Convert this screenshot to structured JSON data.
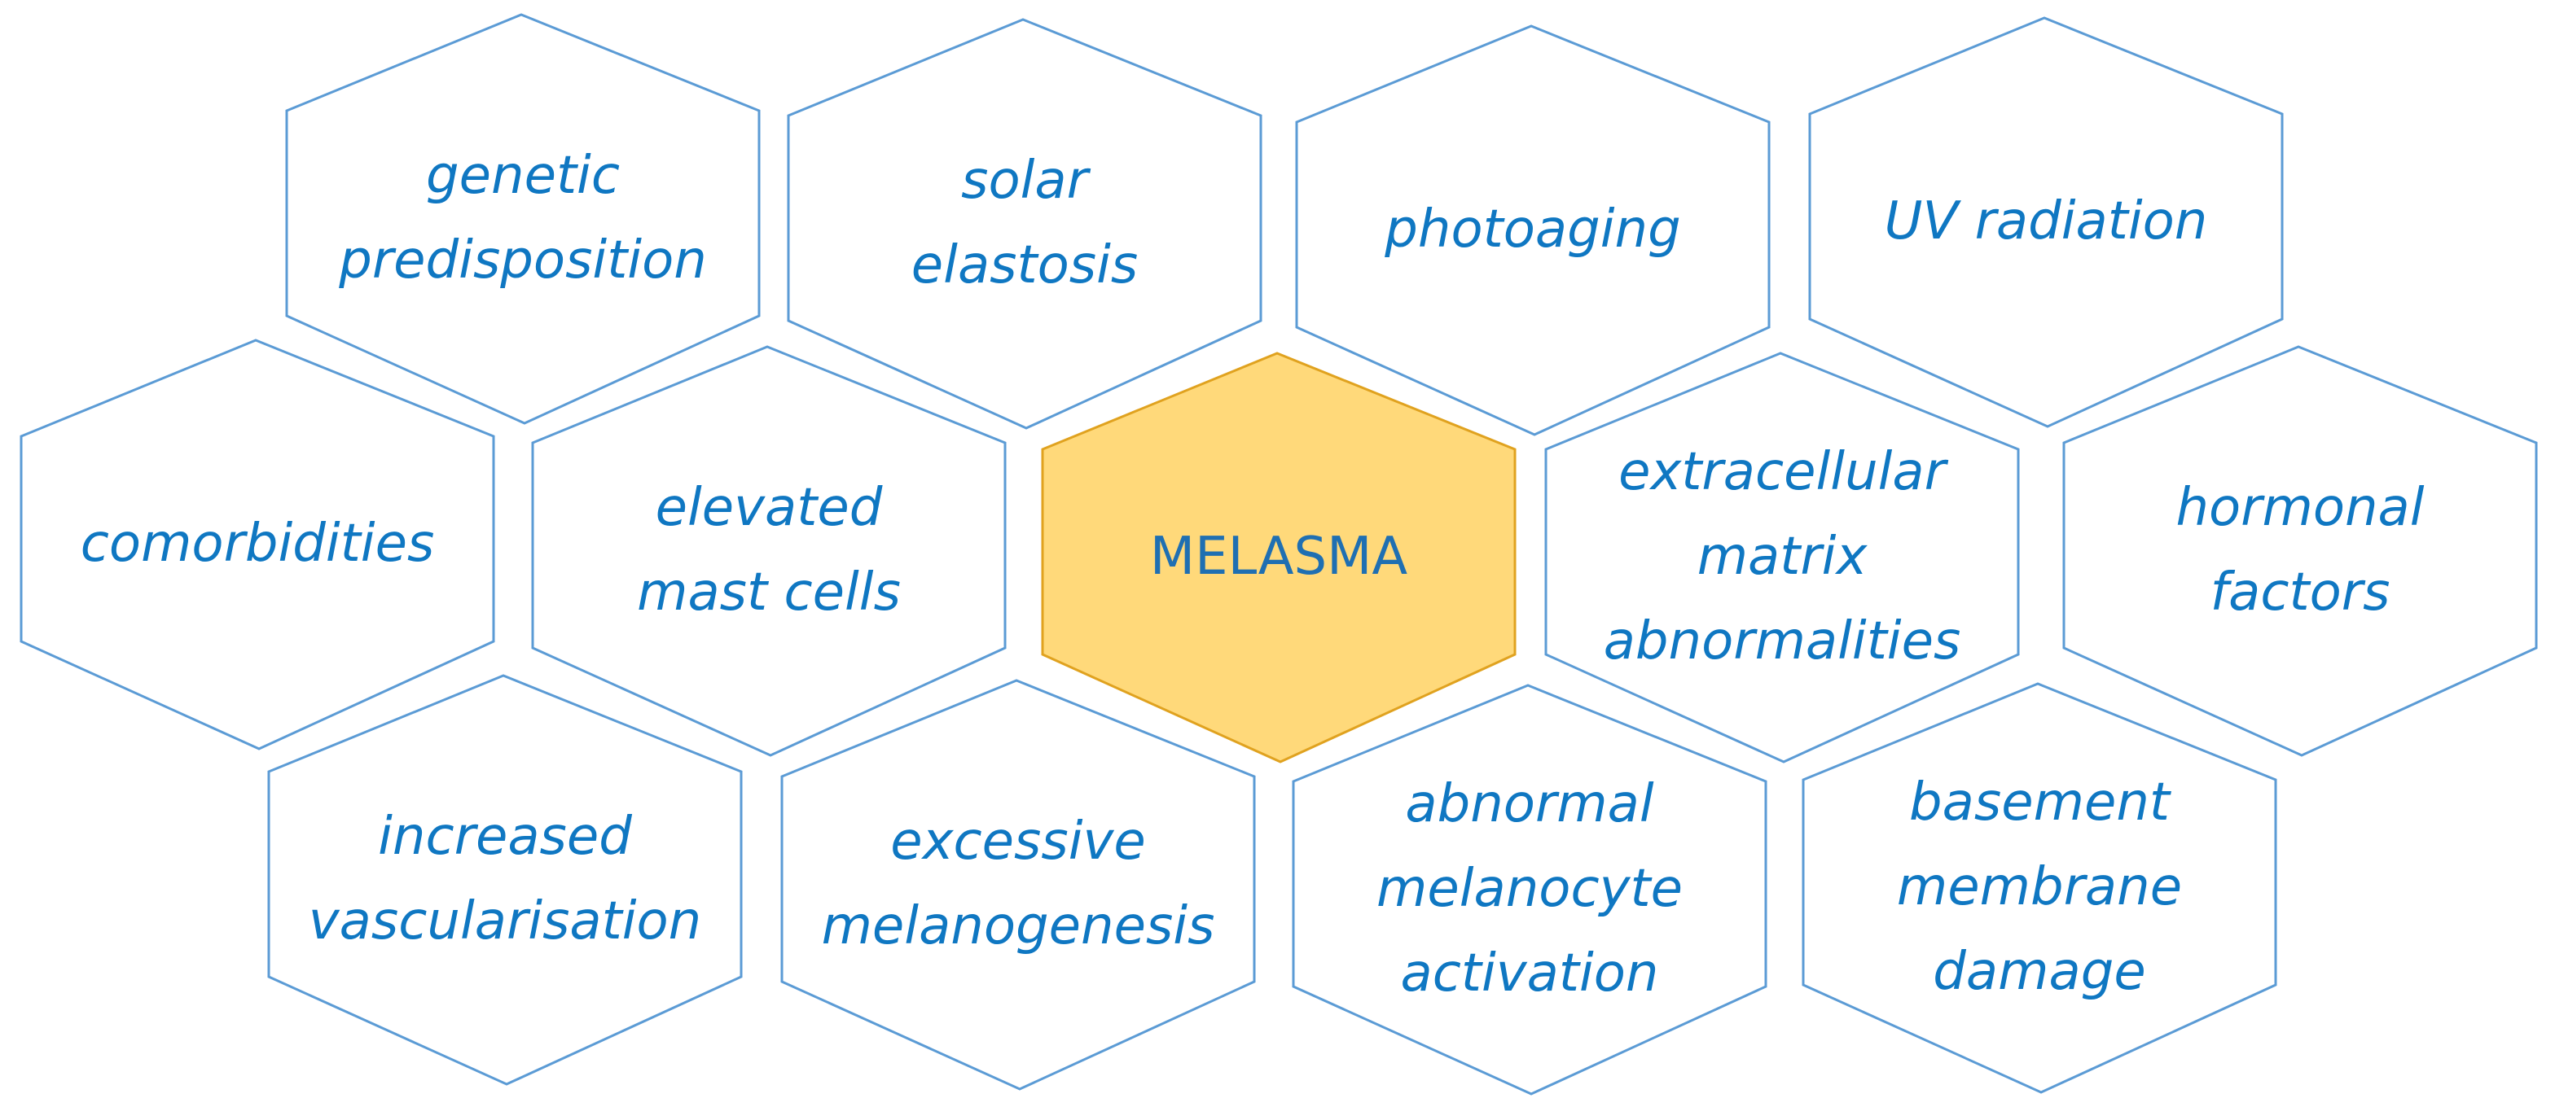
{
  "center": {
    "label": "MELASMA"
  },
  "factors": [
    {
      "id": "genetic-predisposition",
      "lines": [
        "genetic",
        "predisposition"
      ]
    },
    {
      "id": "solar-elastosis",
      "lines": [
        "solar",
        "elastosis"
      ]
    },
    {
      "id": "photoaging",
      "lines": [
        "photoaging"
      ]
    },
    {
      "id": "uv-radiation",
      "lines": [
        "UV radiation"
      ]
    },
    {
      "id": "comorbidities",
      "lines": [
        "comorbidities"
      ]
    },
    {
      "id": "elevated-mast-cells",
      "lines": [
        "elevated",
        "mast cells"
      ]
    },
    {
      "id": "extracellular-matrix-abnormalities",
      "lines": [
        "extracellular",
        "matrix",
        "abnormalities"
      ]
    },
    {
      "id": "hormonal-factors",
      "lines": [
        "hormonal",
        "factors"
      ]
    },
    {
      "id": "increased-vascularisation",
      "lines": [
        "increased",
        "vascularisation"
      ]
    },
    {
      "id": "excessive-melanogenesis",
      "lines": [
        "excessive",
        "melanogenesis"
      ]
    },
    {
      "id": "abnormal-melanocyte-activation",
      "lines": [
        "abnormal",
        "melanocyte",
        "activation"
      ]
    },
    {
      "id": "basement-membrane-damage",
      "lines": [
        "basement",
        "membrane",
        "damage"
      ]
    }
  ],
  "colors": {
    "outline": "#5b9bd5",
    "text": "#0f77c2",
    "center_fill": "#ffd97a",
    "center_stroke": "#e0a21f"
  }
}
